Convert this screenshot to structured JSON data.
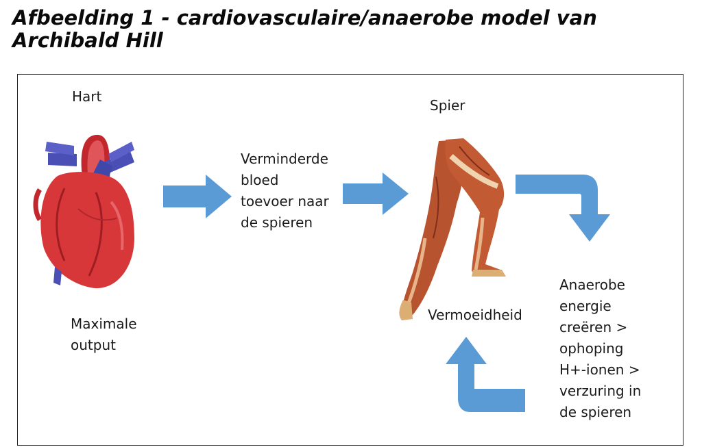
{
  "figure": {
    "caption_lines": [
      "Afbeelding 1 - cardiovasculaire/anaerobe model van",
      "Archibald Hill"
    ]
  },
  "diagram": {
    "heart_label": "Hart",
    "heart_output_lines": [
      "Maximale",
      "output"
    ],
    "reduced_blood_lines": [
      "Verminderde",
      "bloed",
      "toevoer naar",
      "de spieren"
    ],
    "muscle_label": "Spier",
    "fatigue_label": "Vermoeidheid",
    "anaerobic_lines": [
      "Anaerobe",
      "energie",
      "creëren >",
      "ophoping",
      "H+-ionen >",
      "verzuring in",
      "de spieren"
    ]
  },
  "colors": {
    "arrow": "#5b9bd5",
    "heart_red": "#d8373a",
    "heart_blue": "#4a4fb5",
    "muscle": "#b8532f"
  },
  "icons": [
    "heart-illustration",
    "leg-muscle-illustration"
  ]
}
